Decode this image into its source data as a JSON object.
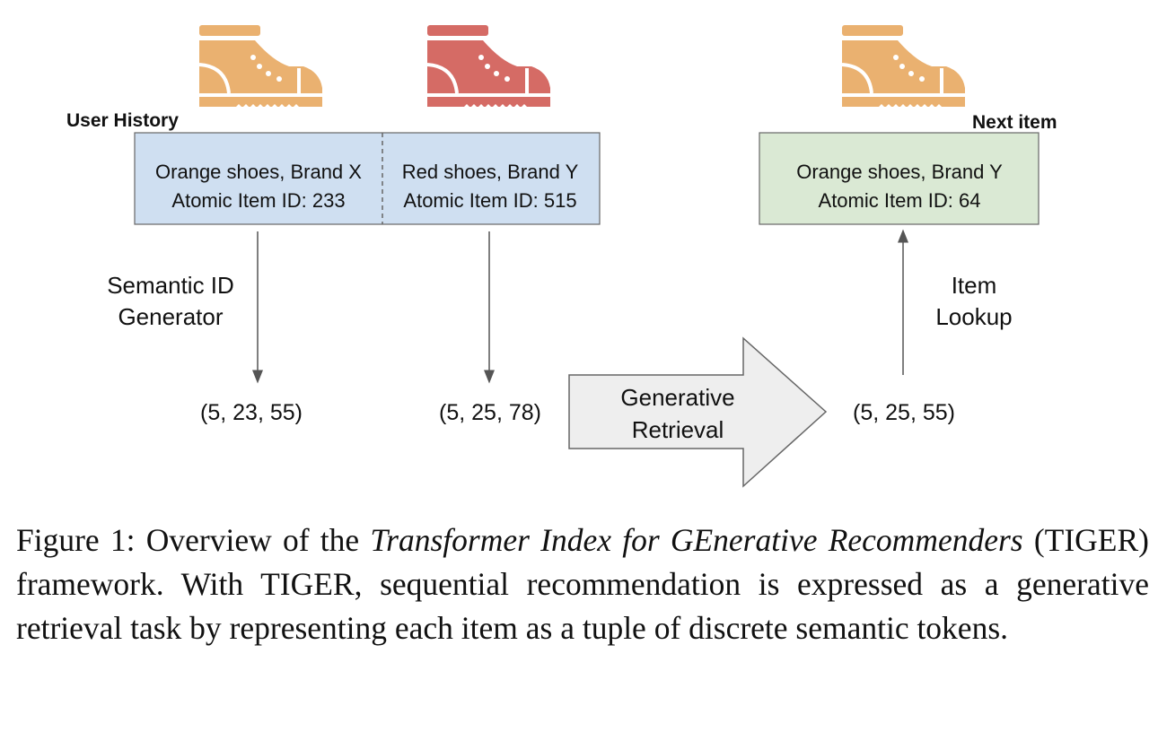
{
  "labels": {
    "user_history": "User History",
    "next_item": "Next item",
    "semantic_id_generator": [
      "Semantic ID",
      "Generator"
    ],
    "item_lookup": [
      "Item",
      "Lookup"
    ],
    "generative_retrieval": [
      "Generative",
      "Retrieval"
    ]
  },
  "history_items": [
    {
      "title": "Orange shoes, Brand X",
      "id_line": "Atomic Item ID: 233",
      "semantic_id": "(5, 23, 55)",
      "color": "#EAB170"
    },
    {
      "title": "Red shoes, Brand Y",
      "id_line": "Atomic Item ID: 515",
      "semantic_id": "(5, 25, 78)",
      "color": "#D56B65"
    }
  ],
  "next_item": {
    "title": "Orange shoes, Brand Y",
    "id_line": "Atomic Item ID: 64",
    "semantic_id": "(5, 25, 55)",
    "color": "#EAB170"
  },
  "colors": {
    "history_box": "#CFDFF1",
    "next_box": "#DAE9D4",
    "arrow_fill": "#EEEEEE"
  },
  "caption": {
    "figure_label": "Figure 1:",
    "text_1": " Overview of the ",
    "italic_1": "Transformer Index for GEnerative Recommenders",
    "text_2": " (TIGER) framework. With TIGER, sequential recommendation is expressed as a generative retrieval task by representing each item as a tuple of discrete semantic tokens."
  }
}
